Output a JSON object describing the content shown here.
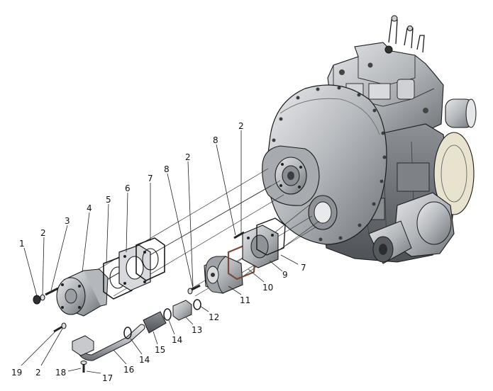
{
  "callouts": {
    "c1": "1",
    "c2a": "2",
    "c3": "3",
    "c4": "4",
    "c5": "5",
    "c6": "6",
    "c7a": "7",
    "c8a": "8",
    "c2b": "2",
    "c8b": "8",
    "c2c": "2",
    "c7b": "7",
    "c9": "9",
    "c10": "10",
    "c11": "11",
    "c12": "12",
    "c13": "13",
    "c14a": "14",
    "c14b": "14",
    "c15": "15",
    "c16": "16",
    "c17": "17",
    "c18": "18",
    "c19": "19",
    "c2d": "2"
  },
  "colors": {
    "metal_light": "#c9cbce",
    "metal_mid": "#9a9da2",
    "metal_dark": "#5d6066",
    "gasket": "#7a4a3a",
    "outline": "#1a1a1a"
  }
}
